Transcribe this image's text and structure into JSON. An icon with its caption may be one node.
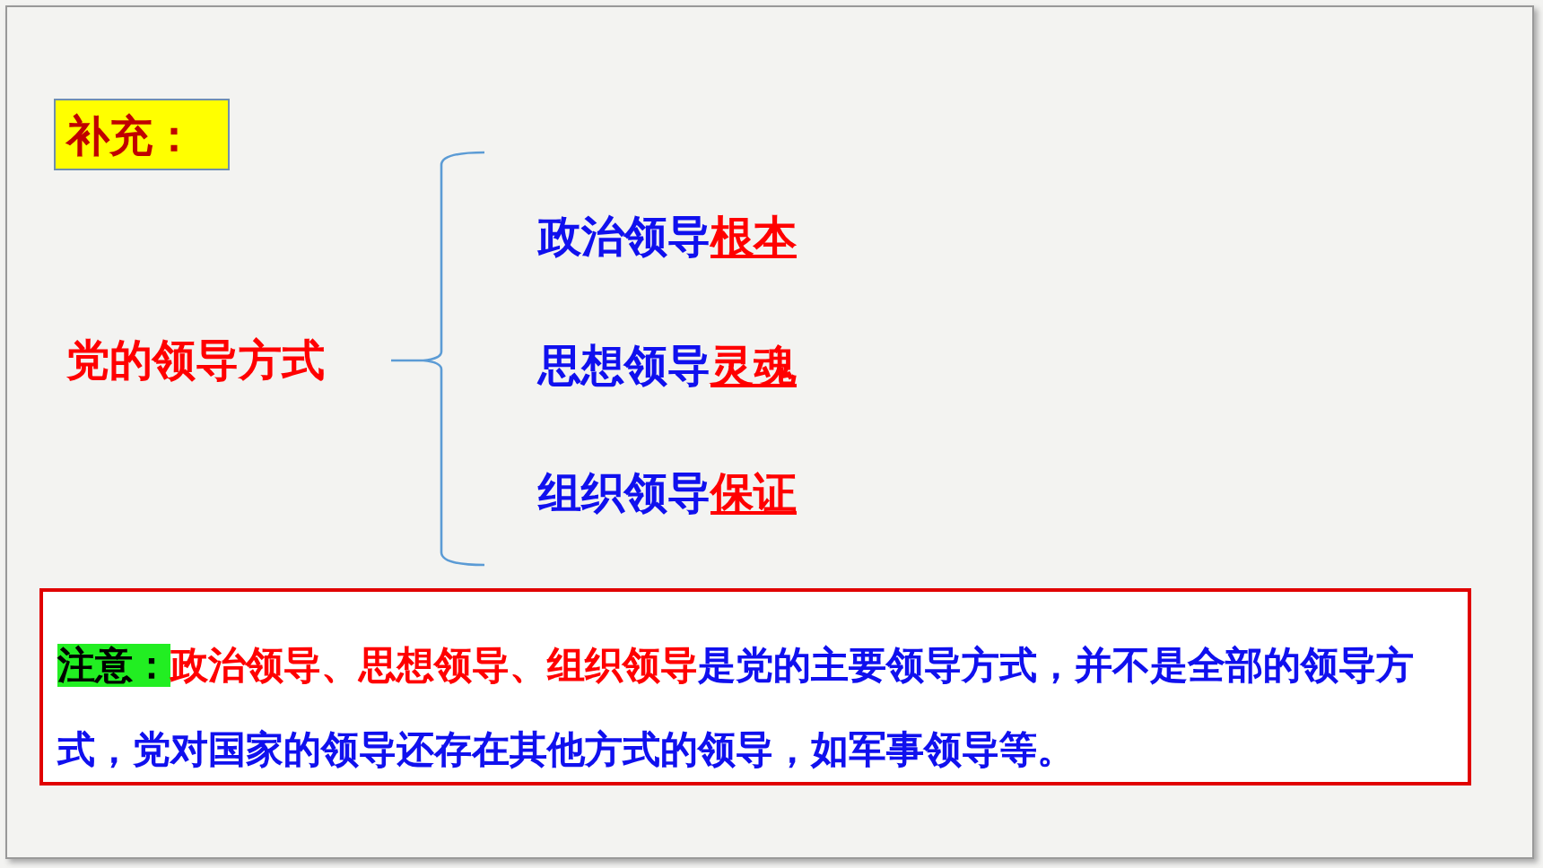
{
  "diagram": {
    "nodes": [
      {
        "text": [
          "补充："
        ]
      },
      {
        "text": [
          "注意：",
          "**政治领导、思想领导、组织领导**是党的主要领导方式，并不是全部的领导方式，党对国家的领导还存在其他方式的领导，如军事领导等。"
        ]
      }
    ],
    "labels": [
      "党的领导方式",
      "政治领导**根本**",
      "思想领导**灵魂**",
      "组织领导**保证**"
    ]
  }
}
